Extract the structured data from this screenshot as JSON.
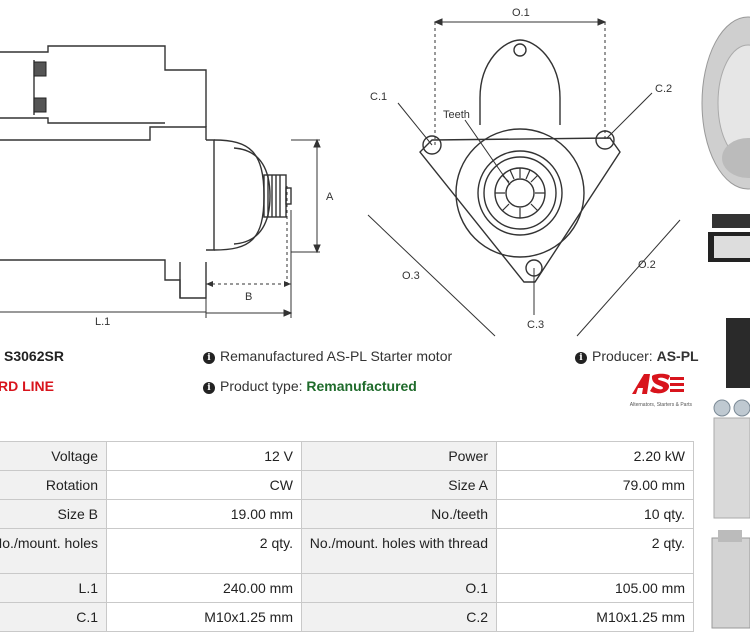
{
  "header": {
    "part_number": "S3062SR",
    "line_name": "RD LINE",
    "description": "Remanufactured AS-PL Starter motor",
    "product_type_label": "Product type:",
    "product_type_value": "Remanufactured",
    "producer_label": "Producer:",
    "producer_value": "AS-PL",
    "logo_tagline": "Alternators, Starters & Parts"
  },
  "diagram_labels": {
    "A": "A",
    "B": "B",
    "L1": "L.1",
    "O1": "O.1",
    "O2": "O.2",
    "O3": "O.3",
    "C1": "C.1",
    "C2": "C.2",
    "C3": "C.3",
    "teeth": "Teeth"
  },
  "specs": [
    [
      {
        "label": "Voltage",
        "value": "12 V"
      },
      {
        "label": "Power",
        "value": "2.20 kW"
      }
    ],
    [
      {
        "label": "Rotation",
        "value": "CW"
      },
      {
        "label": "Size A",
        "value": "79.00 mm"
      }
    ],
    [
      {
        "label": "Size B",
        "value": "19.00 mm"
      },
      {
        "label": "No./teeth",
        "value": "10 qty."
      }
    ],
    [
      {
        "label": "No./mount. holes",
        "value": "2 qty."
      },
      {
        "label": "No./mount. holes with thread",
        "value": "2 qty."
      }
    ],
    [
      {
        "label": "L.1",
        "value": "240.00 mm"
      },
      {
        "label": "O.1",
        "value": "105.00 mm"
      }
    ],
    [
      {
        "label": "C.1",
        "value": "M10x1.25 mm"
      },
      {
        "label": "C.2",
        "value": "M10x1.25 mm"
      }
    ]
  ],
  "colors": {
    "accent_red": "#d8141c",
    "type_green": "#1f6b2b",
    "label_bg": "#f1f1f1",
    "border": "#c9c9c9"
  }
}
